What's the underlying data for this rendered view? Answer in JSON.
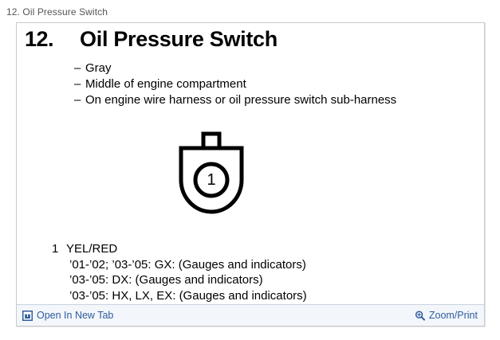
{
  "breadcrumb": {
    "text": "12. Oil Pressure Switch"
  },
  "panel": {
    "title": {
      "number": "12.",
      "name": "Oil Pressure Switch"
    },
    "bullets": [
      {
        "dash": "–",
        "label": "Gray"
      },
      {
        "dash": "–",
        "label": "Middle of engine compartment"
      },
      {
        "dash": "–",
        "label": "On engine wire harness or oil pressure switch sub-harness"
      }
    ],
    "diagram": {
      "type": "connector-pinout",
      "pin_label": "1",
      "stroke_color": "#000000",
      "fill_color": "#ffffff"
    },
    "wires": [
      {
        "pin": "1",
        "color_code": "YEL/RED",
        "notes": [
          "’01-’02; ’03-’05: GX: (Gauges and indicators)",
          "’03-’05: DX: (Gauges and indicators)",
          "’03-’05: HX, LX, EX: (Gauges and indicators)"
        ]
      }
    ]
  },
  "toolbar": {
    "open_new_tab_label": "Open In New Tab",
    "open_new_tab_icon": "external-window-icon",
    "zoom_print_label": "Zoom/Print",
    "zoom_print_icon": "magnifier-plus-icon",
    "link_color": "#2f5c9e"
  }
}
